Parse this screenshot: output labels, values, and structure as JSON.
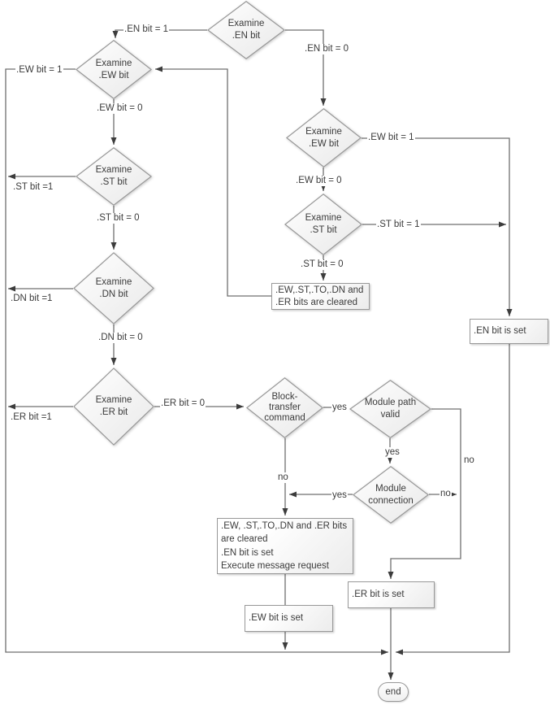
{
  "flowchart": {
    "decisions": {
      "examine_en": "Examine\n.EN bit",
      "examine_ew_left": "Examine\n.EW bit",
      "examine_st_left": "Examine\n.ST bit",
      "examine_dn": "Examine\n.DN bit",
      "examine_er": "Examine\n.ER bit",
      "examine_ew_right": "Examine\n.EW bit",
      "examine_st_right": "Examine\n.ST bit",
      "block_transfer": "Block-\ntransfer\ncommand",
      "module_path_valid": "Module path\nvalid",
      "module_connection": "Module\nconnection"
    },
    "processes": {
      "bits_cleared": ".EW,.ST,.TO,.DN and\n.ER bits are cleared",
      "en_bit_set": ".EN bit is set",
      "clear_set_execute": ".EW, .ST,.TO,.DN and .ER bits\nare cleared\n.EN bit is set\nExecute message request",
      "ew_bit_set": ".EW bit is set",
      "er_bit_set": ".ER bit is set"
    },
    "terminator": {
      "end": "end"
    },
    "edge_labels": {
      "en_bit_1": ".EN bit = 1",
      "en_bit_0": ".EN bit = 0",
      "ew_bit_1_left": ".EW bit = 1",
      "ew_bit_0_left": ".EW bit = 0",
      "st_bit_1_left": ".ST bit =1",
      "st_bit_0_left": ".ST bit = 0",
      "dn_bit_1": ".DN bit =1",
      "dn_bit_0": ".DN bit = 0",
      "er_bit_1": ".ER bit =1",
      "er_bit_0": ".ER bit = 0",
      "ew_bit_1_right": ".EW bit = 1",
      "ew_bit_0_right": ".EW bit = 0",
      "st_bit_1_right": ".ST bit = 1",
      "st_bit_0_right": ".ST bit = 0",
      "bt_yes": "yes",
      "bt_no": "no",
      "mpv_yes": "yes",
      "mpv_no": "no",
      "mc_yes": "yes",
      "mc_no": "no"
    },
    "colors": {
      "line": "#6f6f6f",
      "arrow": "#3c3c3c",
      "shape_border": "#989898",
      "text": "#3b3b3b",
      "background": "#ffffff",
      "label_background": "#ffffff"
    }
  }
}
